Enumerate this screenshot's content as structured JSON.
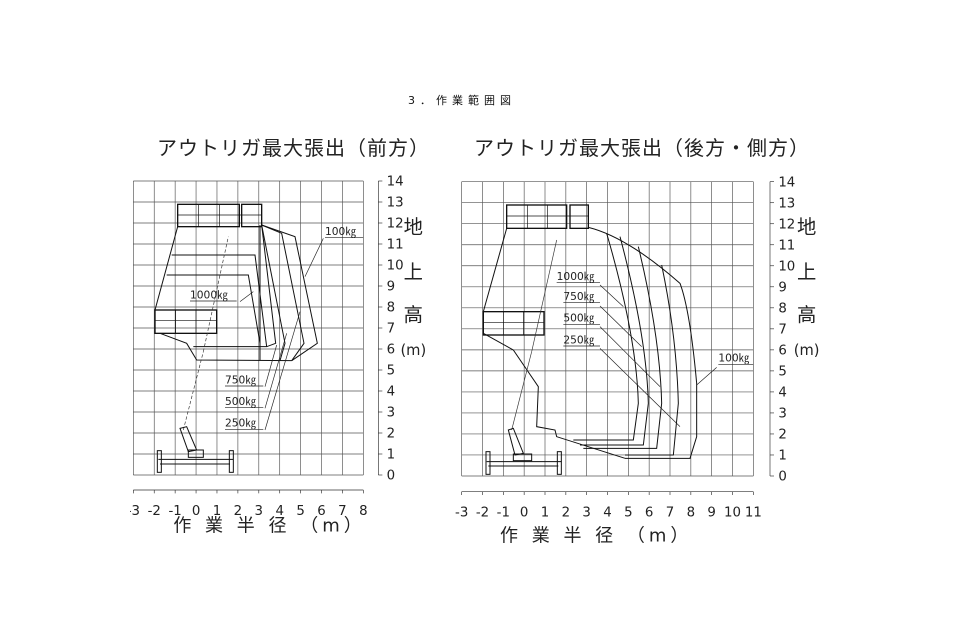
{
  "document": {
    "title": "3．作業範囲図"
  },
  "charts": [
    {
      "title": "アウトリガ最大張出（前方）",
      "y_label": [
        "地",
        "上",
        "高",
        "(m)"
      ],
      "x_label": "作 業 半 径 （m）",
      "x_ticks": [
        "-3",
        "-2",
        "-1",
        "0",
        "1",
        "2",
        "3",
        "4",
        "5",
        "6",
        "7",
        "8"
      ],
      "y_ticks": [
        "0",
        "1",
        "2",
        "3",
        "4",
        "5",
        "6",
        "7",
        "8",
        "9",
        "10",
        "11",
        "12",
        "13",
        "14"
      ],
      "loads": [
        "100㎏",
        "1000㎏",
        "750㎏",
        "500㎏",
        "250㎏"
      ]
    },
    {
      "title": "アウトリガ最大張出（後方・側方）",
      "y_label": [
        "地",
        "上",
        "高",
        "(m)"
      ],
      "x_label": "作 業 半 径 （m）",
      "x_ticks": [
        "-3",
        "-2",
        "-1",
        "0",
        "1",
        "2",
        "3",
        "4",
        "5",
        "6",
        "7",
        "8",
        "9",
        "10",
        "11"
      ],
      "y_ticks": [
        "0",
        "1",
        "2",
        "3",
        "4",
        "5",
        "6",
        "7",
        "8",
        "9",
        "10",
        "11",
        "12",
        "13",
        "14"
      ],
      "loads": [
        "1000㎏",
        "750㎏",
        "500㎏",
        "250㎏",
        "100㎏"
      ]
    }
  ]
}
